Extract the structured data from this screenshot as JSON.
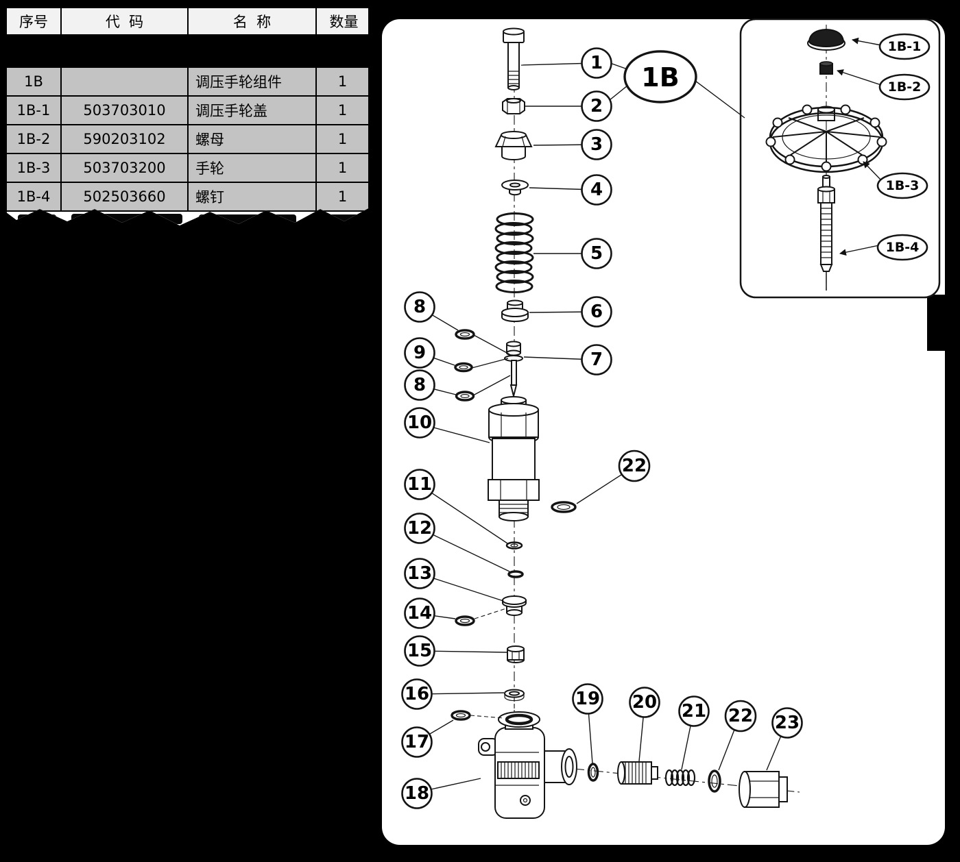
{
  "table": {
    "headers": {
      "col_id": "序号",
      "col_code": "代  码",
      "col_name": "名  称",
      "col_qty": "数量"
    },
    "rows": [
      {
        "id": "1B",
        "code": "",
        "name": "调压手轮组件",
        "qty": "1"
      },
      {
        "id": "1B-1",
        "code": "503703010",
        "name": "调压手轮盖",
        "qty": "1"
      },
      {
        "id": "1B-2",
        "code": "590203102",
        "name": "螺母",
        "qty": "1"
      },
      {
        "id": "1B-3",
        "code": "503703200",
        "name": "手轮",
        "qty": "1"
      },
      {
        "id": "1B-4",
        "code": "502503660",
        "name": "螺钉",
        "qty": "1"
      }
    ]
  },
  "diagram": {
    "assembly_label": "1B",
    "callouts": [
      "1",
      "2",
      "3",
      "4",
      "5",
      "6",
      "7",
      "8",
      "9",
      "8",
      "10",
      "22",
      "11",
      "12",
      "13",
      "14",
      "15",
      "16",
      "17",
      "18",
      "19",
      "20",
      "21",
      "22",
      "23"
    ],
    "inset_callouts": [
      "1B-1",
      "1B-2",
      "1B-3",
      "1B-4"
    ]
  },
  "colors": {
    "background": "#000000",
    "panel": "#ffffff",
    "line": "#141414",
    "table_row": "#c3c3c3",
    "table_header": "#f2f2f2"
  }
}
